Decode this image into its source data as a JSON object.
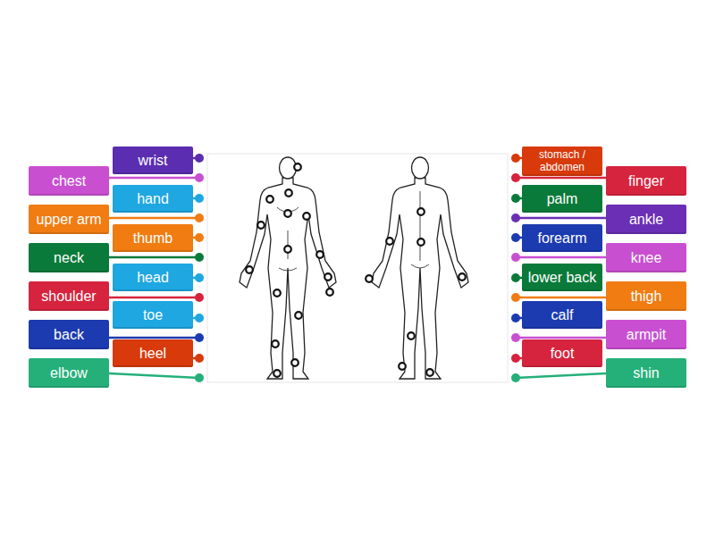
{
  "diagram": {
    "nodes": [
      {
        "text": [
          "wrist"
        ]
      },
      {
        "text": [
          "chest"
        ]
      },
      {
        "text": [
          "hand"
        ]
      },
      {
        "text": [
          "upper arm"
        ]
      },
      {
        "text": [
          "thumb"
        ]
      },
      {
        "text": [
          "neck"
        ]
      },
      {
        "text": [
          "head"
        ]
      },
      {
        "text": [
          "shoulder"
        ]
      },
      {
        "text": [
          "toe"
        ]
      },
      {
        "text": [
          "back"
        ]
      },
      {
        "text": [
          "heel"
        ]
      },
      {
        "text": [
          "elbow"
        ]
      },
      {
        "text": [
          "stomach / abdomen"
        ]
      },
      {
        "text": [
          "finger"
        ]
      },
      {
        "text": [
          "palm"
        ]
      },
      {
        "text": [
          "ankle"
        ]
      },
      {
        "text": [
          "forearm"
        ]
      },
      {
        "text": [
          "knee"
        ]
      },
      {
        "text": [
          "lower back"
        ]
      },
      {
        "text": [
          "thigh"
        ]
      },
      {
        "text": [
          "calf"
        ]
      },
      {
        "text": [
          "armpit"
        ]
      },
      {
        "text": [
          "foot"
        ]
      },
      {
        "text": [
          "shin"
        ]
      }
    ]
  }
}
